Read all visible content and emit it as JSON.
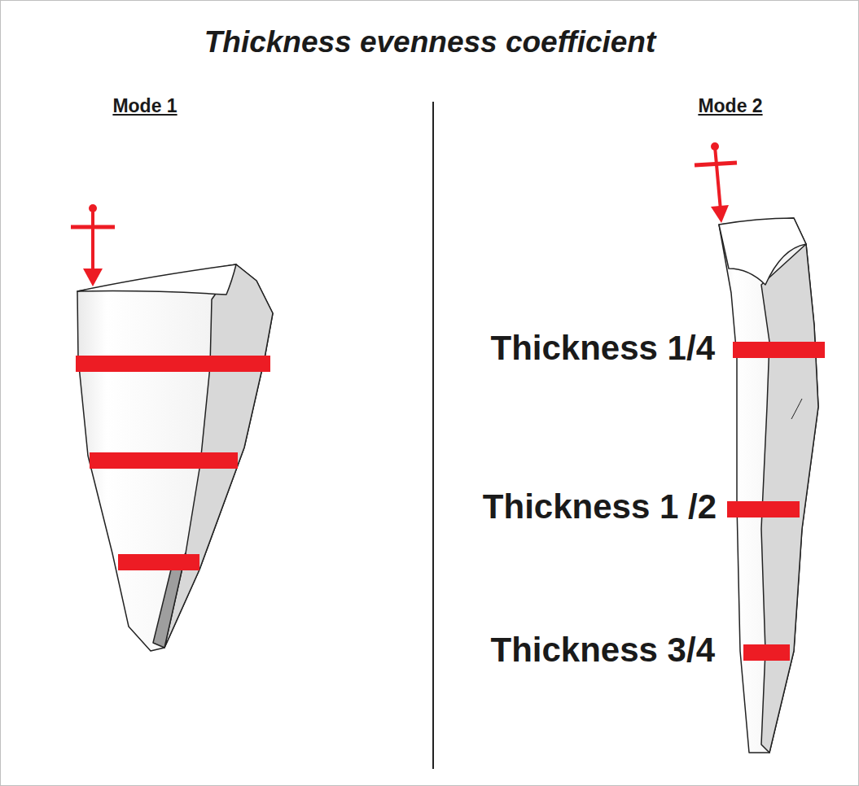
{
  "diagram": {
    "title": "Thickness evenness coefficient",
    "labels": [
      "Mode 1",
      "Mode 2",
      "Thickness 1/4",
      "Thickness 1 /2",
      "Thickness 3/4"
    ]
  }
}
